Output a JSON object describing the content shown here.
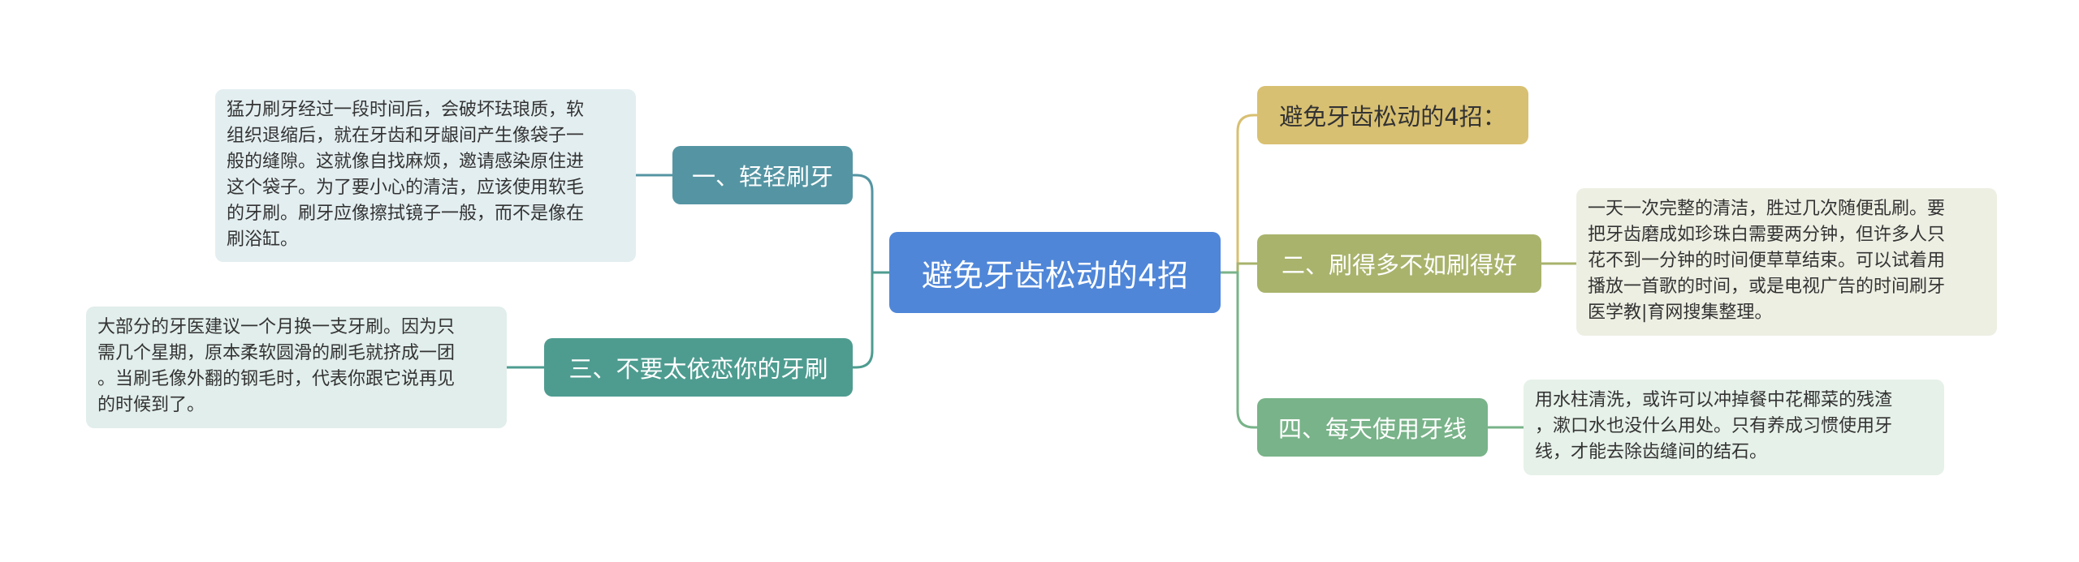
{
  "root": {
    "label": "避免牙齿松动的4招",
    "color": "#4f86d8"
  },
  "branches": [
    {
      "id": "b1",
      "label": "一、轻轻刷牙",
      "color": "#5595a3",
      "leaf": "猛力刷牙经过一段时间后，会破坏珐琅质，软\n组织退缩后，就在牙齿和牙龈间产生像袋子一\n般的缝隙。这就像自找麻烦，邀请感染原住进\n这个袋子。为了要小心的清洁，应该使用软毛\n的牙刷。刷牙应像擦拭镜子一般，而不是像在\n刷浴缸。"
    },
    {
      "id": "b3",
      "label": "三、不要太依恋你的牙刷",
      "color": "#4e9c90",
      "leaf": "大部分的牙医建议一个月换一支牙刷。因为只\n需几个星期，原本柔软圆滑的刷毛就挤成一团\n。当刷毛像外翻的钢毛时，代表你跟它说再见\n的时候到了。"
    },
    {
      "id": "bh",
      "label": "避免牙齿松动的4招：",
      "color": "#d8c072"
    },
    {
      "id": "b2",
      "label": "二、刷得多不如刷得好",
      "color": "#a9b36c",
      "leaf": "一天一次完整的清洁，胜过几次随便乱刷。要\n把牙齿磨成如珍珠白需要两分钟，但许多人只\n花不到一分钟的时间便草草结束。可以试着用\n播放一首歌的时间，或是电视广告的时间刷牙\n医学教|育网搜集整理。"
    },
    {
      "id": "b4",
      "label": "四、每天使用牙线",
      "color": "#79b389",
      "leaf": "用水柱清洗，或许可以冲掉餐中花椰菜的残渣\n，漱口水也没什么用处。只有养成习惯使用牙\n线，才能去除齿缝间的结石。"
    }
  ]
}
